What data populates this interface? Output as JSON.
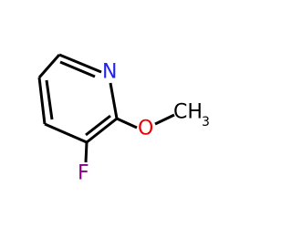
{
  "molecule": {
    "atoms": {
      "nitrogen": {
        "symbol": "N",
        "color": "#2222ee"
      },
      "oxygen": {
        "symbol": "O",
        "color": "#ee0000"
      },
      "fluorine": {
        "symbol": "F",
        "color": "#880088"
      },
      "methyl": {
        "symbol": "CH",
        "subscript": "3",
        "color": "#000000"
      }
    },
    "bond_color": "#000000"
  }
}
